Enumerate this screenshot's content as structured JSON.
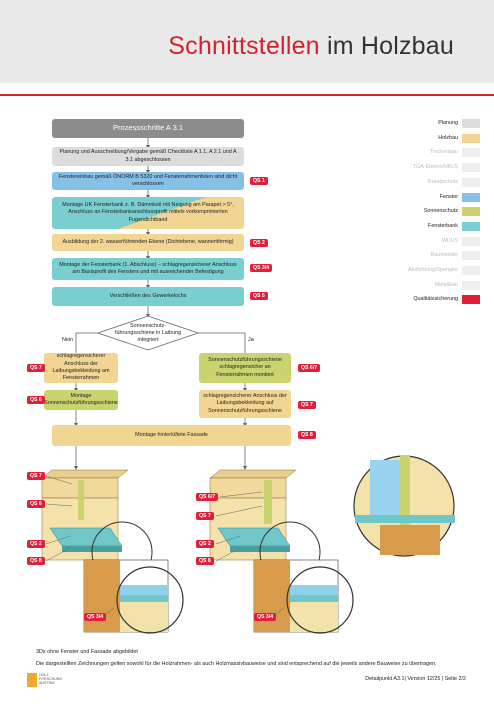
{
  "header": {
    "title_red": "Schnittstellen",
    "title_rest": "im Holzbau"
  },
  "colors": {
    "accent": "#d2232a",
    "qs": "#e0203b"
  },
  "legend": [
    {
      "label": "Planung",
      "color": "#dcdcdc",
      "faded": false
    },
    {
      "label": "Holzbau",
      "color": "#f2d592",
      "faded": false
    },
    {
      "label": "Trockenbau",
      "color": "#eeeeee",
      "faded": true
    },
    {
      "label": "TGA-Elektro/HKLS",
      "color": "#eeeeee",
      "faded": true
    },
    {
      "label": "Brandschutz",
      "color": "#eeeeee",
      "faded": true
    },
    {
      "label": "Fenster",
      "color": "#87c0e6",
      "faded": false
    },
    {
      "label": "Sonnenschutz",
      "color": "#c9d46e",
      "faded": false
    },
    {
      "label": "Fensterbank",
      "color": "#79cfcf",
      "faded": false
    },
    {
      "label": "WDVS",
      "color": "#eeeeee",
      "faded": true
    },
    {
      "label": "Baumeister",
      "color": "#eeeeee",
      "faded": true
    },
    {
      "label": "Abdichtung/Spengler",
      "color": "#eeeeee",
      "faded": true
    },
    {
      "label": "Metallbau",
      "color": "#eeeeee",
      "faded": true
    },
    {
      "label": "Qualitätssicherung",
      "color": "#e0203b",
      "faded": false
    }
  ],
  "flow": {
    "header": "Prozessschritte A 3.1",
    "step1": "Planung und Ausschreibung/Vergabe gemäß Checkliste A 1.1, A 2.1 und A 3.1 abgeschlossen",
    "step2": "Fenstereinbau gemäß ÖNORM B 5320 und Fensterrahmenfuten sind dicht verschlossen",
    "step3": "Montage UK Fensterbank z. B. Dämmkeil mit Neigung am Parapet > 5°, Anschluss an Fensterbankanschlussprofil mittels vorkomprimierten Fugendichtband",
    "step4": "Ausbildung der 2. wasserführenden Ebene (Dichtebene, wannenförmig)",
    "step5": "Montage der Fensterbank (1. Abschluss) – schlagregensicherer Anschluss am Basisprofil des Fensters und mit ausreichender Befestigung",
    "step6": "Verschließen des Gewerkelochs",
    "decision": "Sonnenschutz-führungsschiene in Laibung integriert",
    "no": "Nein",
    "yes": "Ja",
    "left1": "schlagregensicherer Anschluss der Laibungsbekleidung am Fensterrahmen",
    "left2": "Montage Sonnenschutzführungsschiene",
    "right1": "Sonnenschutzführungsschiene schlagregensicher an Fensterrahmen montiert",
    "right2": "schlagregensicherer Anschluss der Laibungsbekleidung auf Sonnenschutzführungsschiene",
    "final": "Montage hinterlüftete Fassade"
  },
  "qs": {
    "s2": "QS 1",
    "s4": "QS 2",
    "s5": "QS 3/4",
    "s6": "QS 5",
    "left1": "QS 7",
    "left2": "QS 6",
    "right1": "QS 6/7",
    "right2": "QS 7",
    "final": "QS 8",
    "d1": [
      "QS 7",
      "QS 6",
      "QS 2",
      "QS 8",
      "QS 3/4"
    ],
    "d2": [
      "QS 6/7",
      "QS 7",
      "QS 2",
      "QS 8",
      "QS 3/4"
    ]
  },
  "footer": {
    "note": "3Ds ohne Fenster und Fassade abgebildet",
    "caption": "Die dargestellten Zeichnungen gelten sowohl für die Holzrahmen- als auch Holzmassivbauweise und sind entsprechend auf die jeweils andere Bauweise zu übertragen.",
    "page": "Detailpunkt A3.1| Version 12/25 | Seite 2/2",
    "logo_text": "HOLZ FORSCHUNG AUSTRIA"
  }
}
